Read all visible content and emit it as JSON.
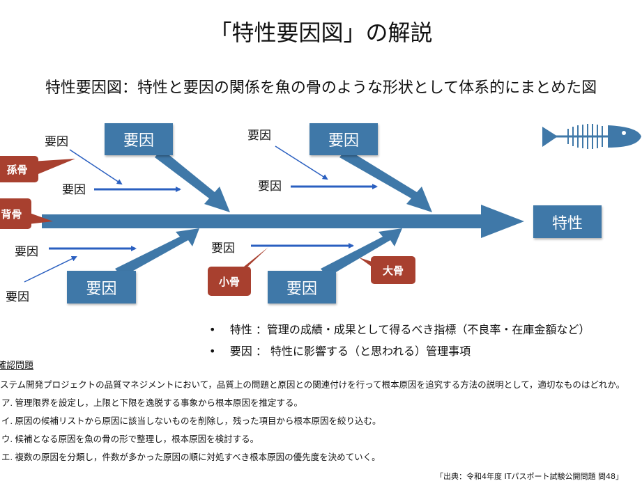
{
  "title": "「特性要因図」の解説",
  "subtitle": "特性要因図：特性と要因の関係を魚の骨のような形状として体系的にまとめた図",
  "diagram": {
    "effect": "特性",
    "major_causes": [
      "要因",
      "要因",
      "要因",
      "要因"
    ],
    "minor_causes": [
      "要因",
      "要因",
      "要因",
      "要因",
      "要因",
      "要因",
      "要因"
    ],
    "callouts": {
      "grandchild_bone": "孫骨",
      "backbone": "背骨",
      "small_bone": "小骨",
      "large_bone": "大骨"
    },
    "colors": {
      "bone": "#3f78a8",
      "small_arrow": "#2a5fc0",
      "callout": "#a8402f"
    },
    "fish_icon": "fish-skeleton-icon"
  },
  "bullets": [
    "特性 ：管理の成績・成果として得るべき指標（不良率・在庫金額など）",
    "要因 ： 特性に影響する（と思われる）管理事項"
  ],
  "quiz": {
    "heading": "確認問題",
    "question": "ステム開発プロジェクトの品質マネジメントにおいて，品質上の問題と原因との関連付けを行って根本原因を追究する方法の説明として，適切なものはどれか。",
    "options": [
      "ア. 管理限界を設定し，上限と下限を逸脱する事象から根本原因を推定する。",
      "イ. 原因の候補リストから原因に該当しないものを削除し，残った項目から根本原因を絞り込む。",
      "ウ. 候補となる原因を魚の骨の形で整理し，根本原因を検討する。",
      "エ. 複数の原因を分類し，件数が多かった原因の順に対処すべき根本原因の優先度を決めていく。"
    ],
    "source": "「出典：令和4年度 ITパスポート試験公開問題 問48」"
  }
}
